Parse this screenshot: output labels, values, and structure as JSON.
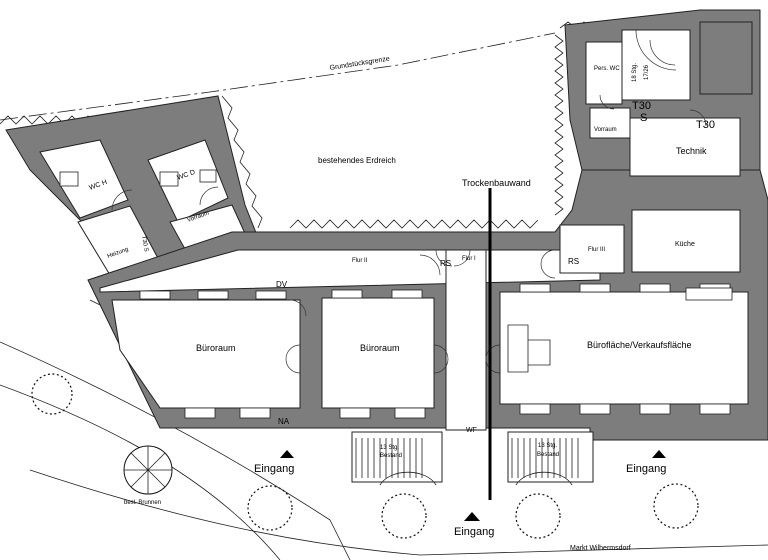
{
  "labels": {
    "grundstuecksgrenze": "Grundstücksgrenze",
    "erdreich": "bestehendes Erdreich",
    "trockenbauwand": "Trockenbauwand",
    "wc_h": "WC H",
    "wc_d": "WC D",
    "heizung": "Heizung",
    "vorraum_left": "Vorraum",
    "t30s_left": "T30 S",
    "pers_wc": "Pers. WC",
    "stg_18": "18 Stg.",
    "stg_frac": "17/26",
    "t30_s": "T30",
    "s": "S",
    "vorraum_right": "Vorraum",
    "t30_technik": "T30",
    "technik": "Technik",
    "kueche": "Küche",
    "flur_ii": "Flur II",
    "flur_i": "Flur I",
    "flur_iii": "Flur III",
    "rs_left": "RS",
    "rs_right": "RS",
    "dv": "DV",
    "bueroraum_1": "Büroraum",
    "bueroraum_2": "Büroraum",
    "buerflaeche": "Bürofläche/Verkaufsfläche",
    "na": "NA",
    "wf": "WF",
    "stg_13_left": "13 Stg.",
    "bestand_left": "Bestand",
    "stg_13_right": "13 Stg.",
    "bestand_right": "Bestand",
    "eingang_left": "Eingang",
    "eingang_center": "Eingang",
    "eingang_right": "Eingang",
    "brunnen": "besl. Brunnen",
    "markt": "Markt Wilhermsdorf"
  }
}
